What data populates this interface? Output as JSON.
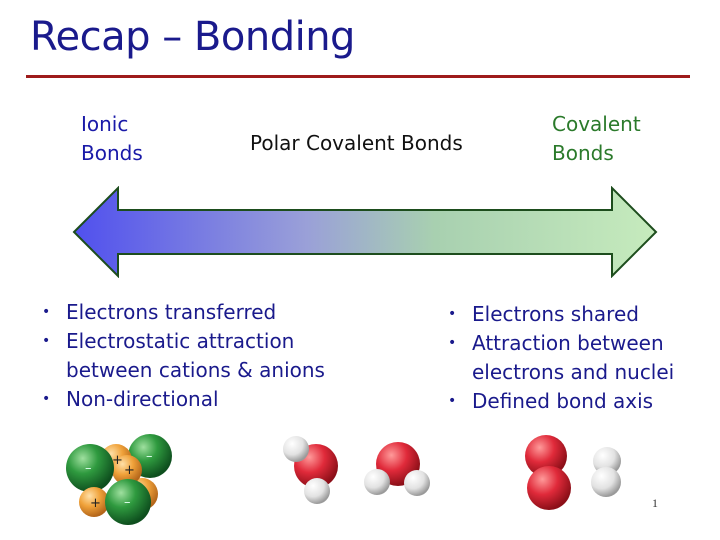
{
  "slide": {
    "title": "Recap – Bonding",
    "page_number": "1"
  },
  "spectrum": {
    "left_label_line1": "Ionic",
    "left_label_line2": "Bonds",
    "center_label": "Polar Covalent Bonds",
    "right_label_line1": "Covalent",
    "right_label_line2": "Bonds",
    "gradient_start": "#5b5bf0",
    "gradient_end": "#c8ecc0"
  },
  "ionic_points": [
    "Electrons transferred",
    "Electrostatic attraction between cations & anions",
    "Non-directional"
  ],
  "covalent_points": [
    "Electrons shared",
    "Attraction between electrons and nuclei",
    "Defined bond axis"
  ],
  "ion_signs": {
    "plus": "+",
    "minus": "–"
  },
  "colors": {
    "title": "#1a1a8c",
    "rule": "#9e1b1b",
    "ionic_label": "#1a1aa8",
    "covalent_label": "#2b7a2b"
  }
}
